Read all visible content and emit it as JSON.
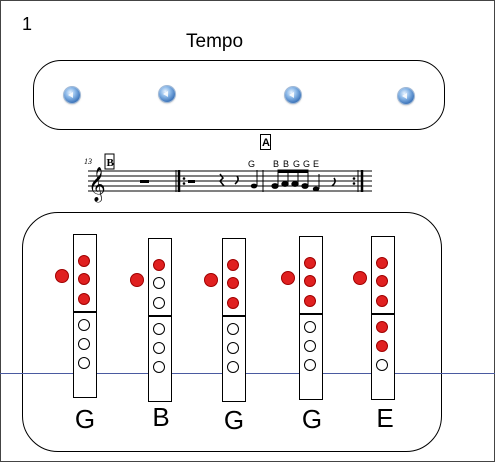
{
  "page": {
    "number": "1"
  },
  "tempo": {
    "title": "Tempo",
    "buttons": [
      "speaker-button",
      "speaker-button",
      "speaker-button",
      "speaker-button"
    ]
  },
  "score": {
    "measure_number": "13",
    "rehearsal_left": "B",
    "rehearsal_mark": "A",
    "note_labels": [
      "G",
      "B",
      "B",
      "G",
      "G",
      "E"
    ]
  },
  "fingerings": [
    {
      "note": "G",
      "thumb": true,
      "holes": [
        true,
        true,
        true,
        false,
        false,
        false
      ]
    },
    {
      "note": "B",
      "thumb": true,
      "holes": [
        true,
        false,
        false,
        false,
        false,
        false
      ]
    },
    {
      "note": "G",
      "thumb": true,
      "holes": [
        true,
        true,
        true,
        false,
        false,
        false
      ]
    },
    {
      "note": "G",
      "thumb": true,
      "holes": [
        true,
        true,
        true,
        false,
        false,
        false
      ]
    },
    {
      "note": "E",
      "thumb": true,
      "holes": [
        true,
        true,
        true,
        true,
        true,
        false
      ]
    }
  ],
  "colors": {
    "hole_covered": "#e02020",
    "speaker_button": "#3a72b8"
  }
}
